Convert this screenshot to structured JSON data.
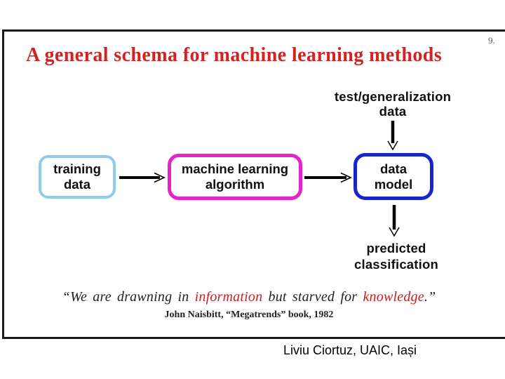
{
  "page": {
    "number": "9."
  },
  "title": "A general schema for machine learning methods",
  "diagram": {
    "test_label": {
      "line1": "test/generalization",
      "line2": "data"
    },
    "boxes": [
      {
        "name": "training-data",
        "line1": "training",
        "line2": "data",
        "border_color": "#8ECCEC"
      },
      {
        "name": "machine-learning-algorithm",
        "line1": "machine learning",
        "line2": "algorithm",
        "border_color": "#E622C8"
      },
      {
        "name": "data-model",
        "line1": "data",
        "line2": "model",
        "border_color": "#1626CC"
      }
    ],
    "predicted_label": {
      "line1": "predicted",
      "line2": "classification"
    }
  },
  "quote": {
    "pre": "“We are drawning in ",
    "highlight1": "information",
    "mid": " but starved for ",
    "highlight2": "knowledge",
    "end": ".”",
    "highlight_color": "#CC2020",
    "attribution": "John Naisbitt, “Megatrends” book, 1982"
  },
  "colors": {
    "title_red": "#D22222",
    "slide_border": "#1A1A1A",
    "arrow_black": "#000000"
  },
  "footer": "Liviu Ciortuz, UAIC, Iași"
}
